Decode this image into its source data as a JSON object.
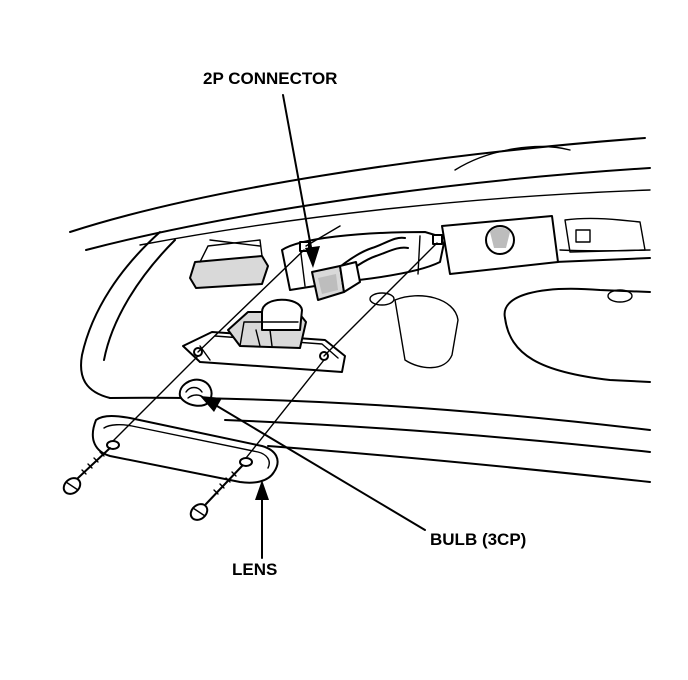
{
  "labels": {
    "connector": "2P CONNECTOR",
    "bulb": "BULB (3CP)",
    "lens": "LENS"
  }
}
